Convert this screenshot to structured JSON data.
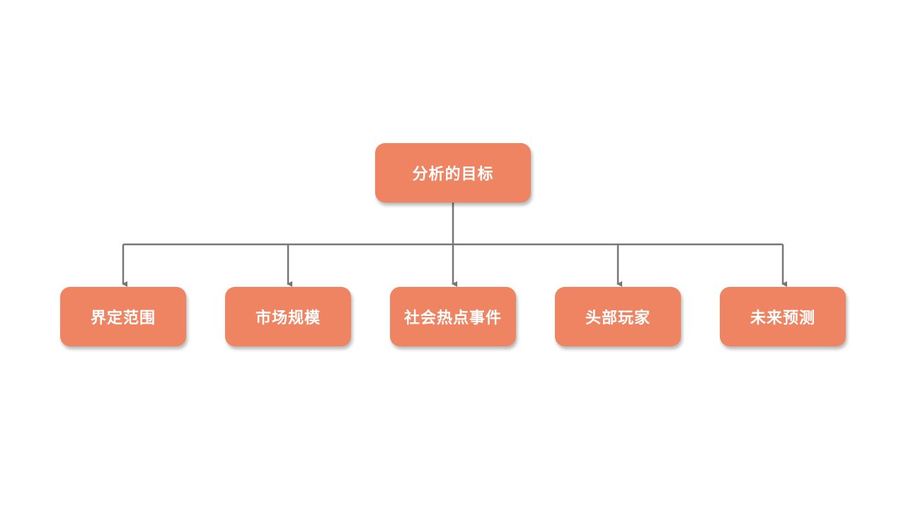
{
  "colors": {
    "node_fill": "#ef8463",
    "connector": "#767676",
    "text": "#ffffff",
    "background": "#ffffff"
  },
  "diagram": {
    "type": "tree",
    "root": {
      "label": "分析的目标"
    },
    "children": [
      {
        "label": "界定范围"
      },
      {
        "label": "市场规模"
      },
      {
        "label": "社会热点事件"
      },
      {
        "label": "头部玩家"
      },
      {
        "label": "未来预测"
      }
    ]
  }
}
